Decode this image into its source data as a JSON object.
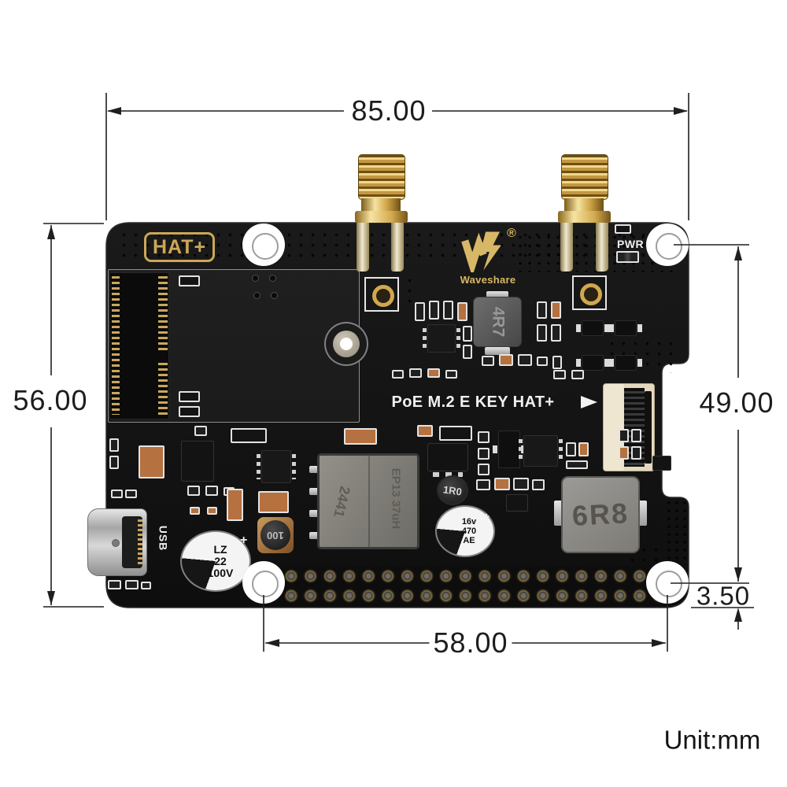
{
  "dimensions": {
    "board_width_mm": "85.00",
    "board_height_mm": "56.00",
    "hole_span_vertical_mm": "49.00",
    "hole_edge_offset_mm": "3.50",
    "hole_span_horizontal_mm": "58.00",
    "unit_label": "Unit:mm"
  },
  "board": {
    "hat_badge": "HAT+",
    "brand_name": "Waveshare",
    "registered_mark": "®",
    "pwr_label": "PWR",
    "product_title": "PoE M.2 E KEY HAT+",
    "usb_label": "USB",
    "plus_mark": "+",
    "components": {
      "inductor_4r7": "4R7",
      "inductor_1r0": "1R0",
      "inductor_100": "100",
      "inductor_6r8": "6R8",
      "transformer_marking": "EP13 37uH",
      "transformer_lot": "2441",
      "bulk_cap_line1": "LZ",
      "bulk_cap_line2": "22",
      "bulk_cap_line3": "100V",
      "out_cap_line1": "16v",
      "out_cap_line2": "470",
      "out_cap_line3": "AE"
    },
    "colors": {
      "pcb": "#141414",
      "gold": "#d2ab55",
      "silkscreen": "#f0f0f0"
    }
  }
}
